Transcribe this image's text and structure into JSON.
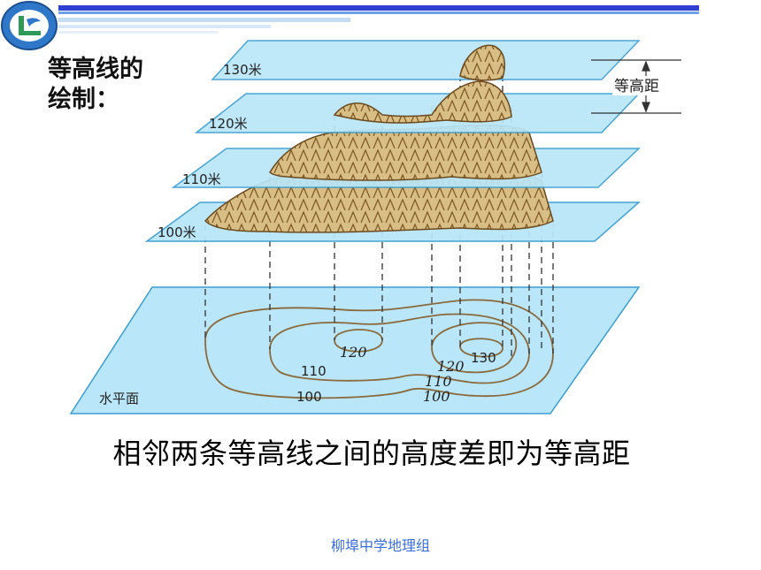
{
  "title": {
    "line1": "等高线的",
    "line2": "绘制："
  },
  "diagram": {
    "planes": [
      {
        "label": "130米"
      },
      {
        "label": "120米"
      },
      {
        "label": "110米"
      },
      {
        "label": "100米"
      }
    ],
    "base_plane_label": "水平面",
    "interval_label": "等高距",
    "contour_labels": {
      "left_peak": "120",
      "right_peak": "130",
      "right_120": "120",
      "right_110": "110",
      "right_100": "100",
      "left_110": "110",
      "left_100": "100"
    }
  },
  "caption": "相邻两条等高线之间的高度差即为等高距",
  "footer": "柳埠中学地理组",
  "colors": {
    "plane_fill": "#b9e6f8",
    "plane_stroke": "#3a9dd0",
    "terrain_fill": "#c9a567",
    "terrain_stroke": "#6b4a1e",
    "contour": "#8a6a3c",
    "accent_bar": "#2f3fd0"
  }
}
